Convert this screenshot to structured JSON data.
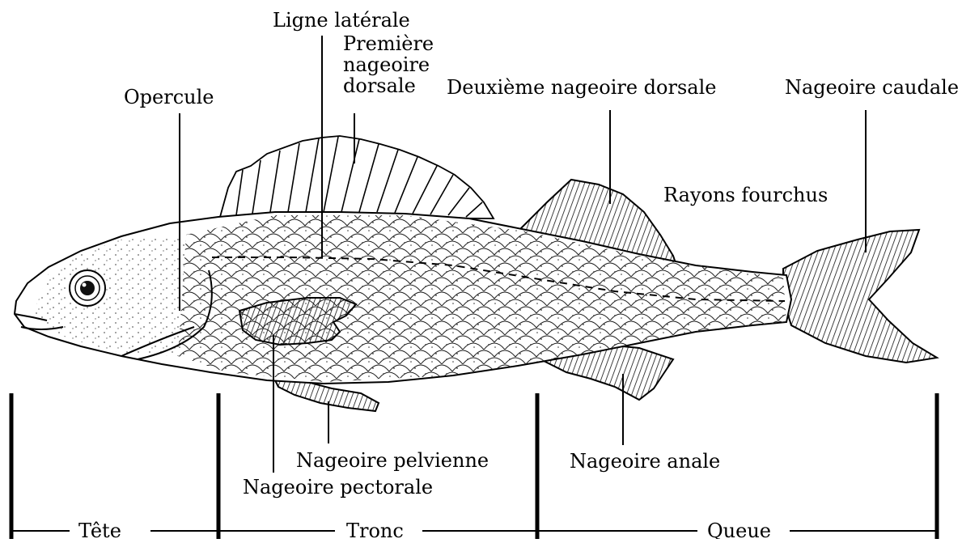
{
  "labels": {
    "lateral_line": "Ligne latérale",
    "first_dorsal_1": "Première",
    "first_dorsal_2": "nageoire",
    "first_dorsal_3": "dorsale",
    "operculum": "Opercule",
    "second_dorsal": "Deuxième nageoire dorsale",
    "caudal": "Nageoire caudale",
    "forked_rays": "Rayons fourchus",
    "pelvic": "Nageoire pelvienne",
    "pectoral": "Nageoire pectorale",
    "anal": "Nageoire anale"
  },
  "segments": {
    "head": "Tête",
    "trunk": "Tronc",
    "tail": "Queue"
  }
}
